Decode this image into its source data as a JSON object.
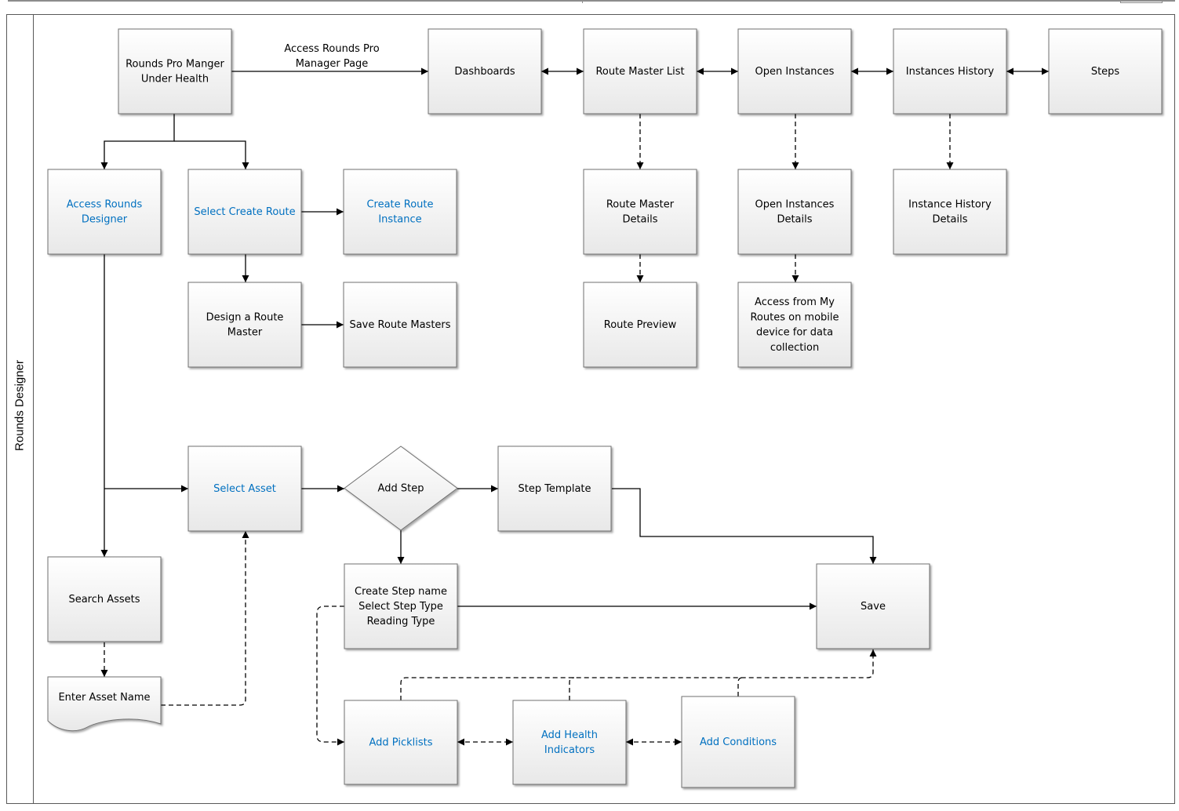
{
  "lane": {
    "title": "Rounds Designer"
  },
  "colors": {
    "text": "#000000",
    "link_text": "#0070c0",
    "node_fill_top": "#ffffff",
    "node_fill_bottom": "#e8e8e8",
    "node_border": "#6f6f6f",
    "edge": "#000000"
  },
  "nodes": {
    "rounds_pro": {
      "lines": [
        "Rounds Pro Manger",
        "Under Health"
      ],
      "link": false
    },
    "dashboards": {
      "lines": [
        "Dashboards"
      ],
      "link": false
    },
    "route_master_list": {
      "lines": [
        "Route Master List"
      ],
      "link": false
    },
    "open_instances": {
      "lines": [
        "Open Instances"
      ],
      "link": false
    },
    "instances_history": {
      "lines": [
        "Instances History"
      ],
      "link": false
    },
    "steps": {
      "lines": [
        "Steps"
      ],
      "link": false
    },
    "access_rounds_designer": {
      "lines": [
        "Access Rounds",
        "Designer"
      ],
      "link": true
    },
    "select_create_route": {
      "lines": [
        "Select Create Route"
      ],
      "link": true
    },
    "create_route_instance": {
      "lines": [
        "Create Route",
        "Instance"
      ],
      "link": true
    },
    "route_master_details": {
      "lines": [
        "Route Master",
        "Details"
      ],
      "link": false
    },
    "open_instances_details": {
      "lines": [
        "Open Instances",
        "Details"
      ],
      "link": false
    },
    "instance_history_details": {
      "lines": [
        "Instance History",
        "Details"
      ],
      "link": false
    },
    "design_route_master": {
      "lines": [
        "Design a Route",
        "Master"
      ],
      "link": false
    },
    "save_route_masters": {
      "lines": [
        "Save Route Masters"
      ],
      "link": false
    },
    "route_preview": {
      "lines": [
        "Route Preview"
      ],
      "link": false
    },
    "access_from_my_routes": {
      "lines": [
        "Access from My",
        "Routes on mobile",
        "device for data",
        "collection"
      ],
      "link": false
    },
    "select_asset": {
      "lines": [
        "Select Asset"
      ],
      "link": true
    },
    "add_step": {
      "lines": [
        "Add Step"
      ],
      "link": false
    },
    "step_template": {
      "lines": [
        "Step Template"
      ],
      "link": false
    },
    "search_assets": {
      "lines": [
        "Search Assets"
      ],
      "link": false
    },
    "create_step_name": {
      "lines": [
        "Create Step name",
        "Select Step Type",
        "Reading Type"
      ],
      "link": false
    },
    "save": {
      "lines": [
        "Save"
      ],
      "link": false
    },
    "enter_asset_name": {
      "lines": [
        "Enter Asset Name"
      ],
      "link": false
    },
    "add_picklists": {
      "lines": [
        "Add Picklists"
      ],
      "link": true
    },
    "add_health_indicators": {
      "lines": [
        "Add Health",
        "Indicators"
      ],
      "link": true
    },
    "add_conditions": {
      "lines": [
        "Add Conditions"
      ],
      "link": true
    }
  },
  "edge_labels": {
    "access_manager_page": [
      "Access Rounds Pro",
      "Manager Page"
    ]
  }
}
